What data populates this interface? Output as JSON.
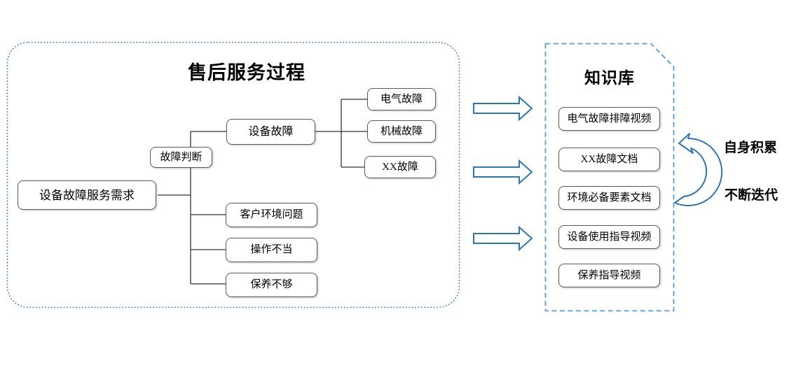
{
  "diagram": {
    "left_panel": {
      "title": "售后服务过程",
      "nodes": {
        "root": "设备故障服务需求",
        "judgment": "故障判断",
        "equipment_fault": "设备故障",
        "electrical_fault": "电气故障",
        "mechanical_fault": "机械故障",
        "xx_fault": "XX故障",
        "customer_env": "客户环境问题",
        "improper_operation": "操作不当",
        "insufficient_maintenance": "保养不够"
      }
    },
    "right_panel": {
      "title": "知识库",
      "items": [
        "电气故障排障视频",
        "XX故障文档",
        "环境必备要素文档",
        "设备使用指导视频",
        "保养指导视频"
      ]
    },
    "cycle_annotation": {
      "top": "自身积累",
      "bottom": "不断迭代"
    },
    "colors": {
      "box_border": "#595959",
      "left_container_border": "#4472C4",
      "right_container_border": "#5B9BD5",
      "flow_arrow_stroke": "#2E75B6",
      "cycle_arrow_stroke": "#2E75B6",
      "connector_line": "#333333",
      "text": "#000000",
      "background": "#ffffff"
    }
  }
}
